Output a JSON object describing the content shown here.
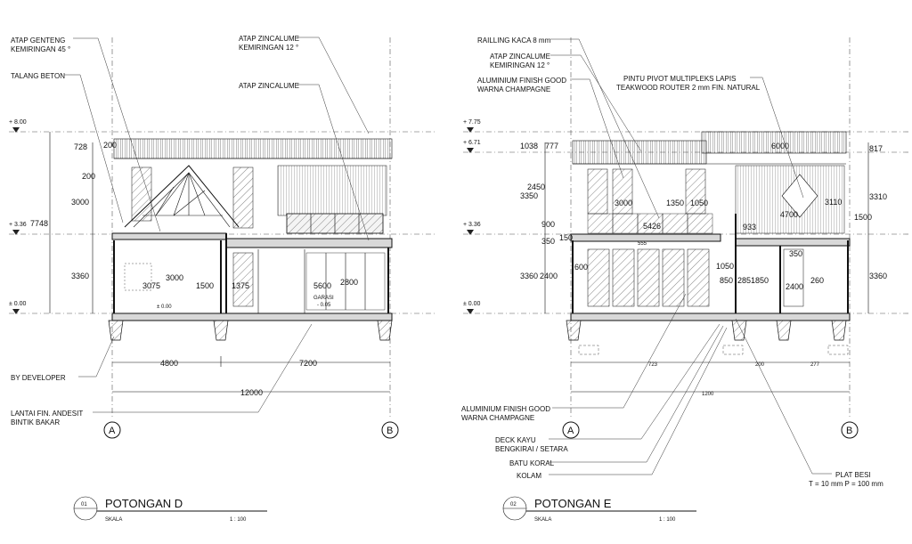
{
  "drawing_d": {
    "title": "POTONGAN D",
    "number": "01",
    "scale_label": "SKALA",
    "scale_value": "1 : 100",
    "grid_a": "A",
    "grid_b": "B",
    "levels": {
      "top": "+ 8.00",
      "mid": "+ 3.36",
      "ground": "± 0.00",
      "inner": "± 0.00",
      "garasi": "GARASI",
      "garasi_level": "- 0.05"
    },
    "annotations": {
      "atap_genteng_1": "ATAP GENTENG",
      "atap_genteng_2": "KEMIRINGAN 45 °",
      "talang": "TALANG BETON",
      "zinc_12_1": "ATAP ZINCALUME",
      "zinc_12_2": "KEMIRINGAN 12 °",
      "zinc": "ATAP ZINCALUME",
      "developer": "BY DEVELOPER",
      "lantai_1": "LANTAI FIN. ANDESIT",
      "lantai_2": "BINTIK BAKAR"
    },
    "dims": {
      "d728": "728",
      "d200a": "200",
      "d200b": "200",
      "d3000": "3000",
      "d7748": "7748",
      "d3360": "3360",
      "d3075": "3075",
      "d3000b": "3000",
      "d1500": "1500",
      "d1375": "1375",
      "d5600": "5600",
      "d2800": "2800",
      "d4800": "4800",
      "d7200": "7200",
      "d12000": "12000"
    }
  },
  "drawing_e": {
    "title": "POTONGAN E",
    "number": "02",
    "scale_label": "SKALA",
    "scale_value": "1 : 100",
    "grid_a": "A",
    "grid_b": "B",
    "levels": {
      "top": "+ 7.75",
      "second": "+ 6.71",
      "mid": "+ 3.36",
      "ground": "± 0.00"
    },
    "annotations": {
      "railling": "RAILLING KACA 8 mm",
      "zinc_1": "ATAP ZINCALUME",
      "zinc_2": "KEMIRINGAN 12 °",
      "alu_1": "ALUMINIUM FINISH GOOD",
      "alu_2": "WARNA CHAMPAGNE",
      "pintu_1": "PINTU PIVOT MULTIPLEKS LAPIS",
      "pintu_2": "TEAKWOOD ROUTER 2 mm FIN. NATURAL",
      "alu_b1": "ALUMINIUM FINISH GOOD",
      "alu_b2": "WARNA CHAMPAGNE",
      "deck_1": "DECK KAYU",
      "deck_2": "BENGKIRAI / SETARA",
      "batu": "BATU KORAL",
      "kolam": "KOLAM",
      "plat_1": "PLAT BESI",
      "plat_2": "T = 10 mm P = 100 mm"
    },
    "dims": {
      "d1038": "1038",
      "d777": "777",
      "d6000": "6000",
      "d817": "817",
      "d2450": "2450",
      "d3350": "3350",
      "d3000": "3000",
      "d1350": "1350",
      "d1050": "1050",
      "d3110": "3110",
      "d3310": "3310",
      "d4700": "4700",
      "d1500": "1500",
      "d900": "900",
      "d5426": "5426",
      "d933": "933",
      "d350": "350",
      "d150": "150",
      "d555": "555",
      "d3360": "3360",
      "d2400": "2400",
      "d600": "600",
      "d1050b": "1050",
      "d350b": "350",
      "d850": "850",
      "d2851850": "2851850",
      "d2400b": "2400",
      "d260": "260",
      "d3360b": "3360",
      "d723": "723",
      "d200": "200",
      "d277": "277",
      "d1200": "1200"
    }
  }
}
